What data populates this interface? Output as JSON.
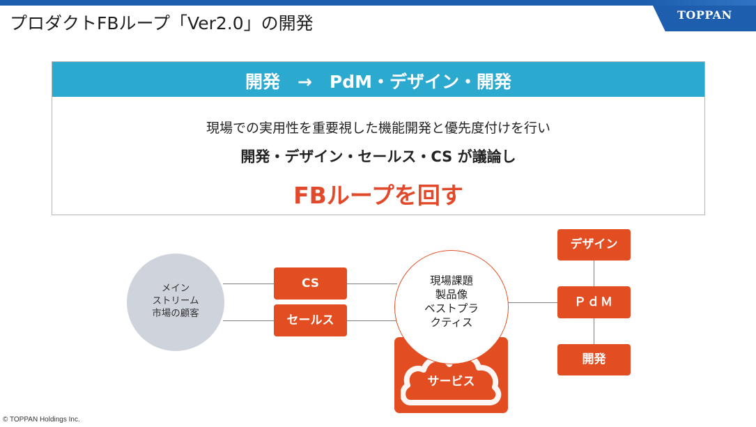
{
  "header": {
    "title": "プロダクトFBループ「Ver2.0」の開発",
    "logo_text": "TOPPAN"
  },
  "summary": {
    "heading": "開発　→　PdM・デザイン・開発",
    "line1": "現場での実用性を重要視した機能開発と優先度付けを行い",
    "line2": "開発・デザイン・セールス・CS が議論し",
    "line3": "FBループを回す"
  },
  "diagram": {
    "customer_lines": [
      "メイン",
      "ストリーム",
      "市場の顧客"
    ],
    "cs_label": "CS",
    "sales_label": "セールス",
    "center_lines": [
      "現場課題",
      "製品像",
      "ベストプラ",
      "クティス"
    ],
    "service_label": "サービス",
    "design_label": "デザイン",
    "pdm_label": "ＰｄＭ",
    "dev_label": "開発"
  },
  "footer": {
    "copyright": "© TOPPAN Holdings Inc."
  },
  "colors": {
    "brand_blue": "#1d5fae",
    "header_cyan": "#2ba9cf",
    "accent_orange": "#e24d22",
    "emphasis_red": "#e2492a",
    "customer_gray": "#cfd3dc"
  }
}
